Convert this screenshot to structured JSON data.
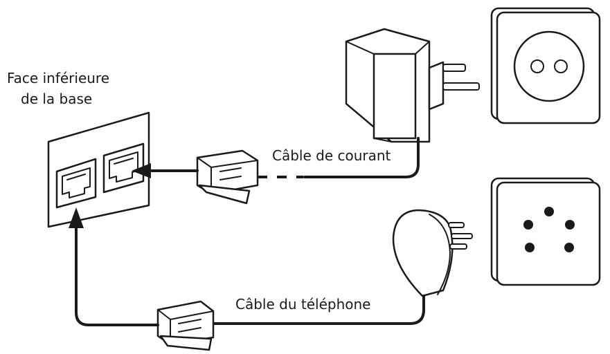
{
  "labels": {
    "base_line1": "Face inférieure",
    "base_line2": "de la base",
    "power_cable": "Câble de courant",
    "phone_cable": "Câble du téléphone"
  },
  "colors": {
    "ink": "#1a1a1a",
    "background": "#ffffff"
  },
  "icons": [
    "base-underside-panel",
    "power-adapter-icon",
    "wall-power-socket-icon",
    "phone-plug-icon",
    "phone-wall-socket-icon",
    "rj-connector-icon",
    "arrow-icon"
  ]
}
